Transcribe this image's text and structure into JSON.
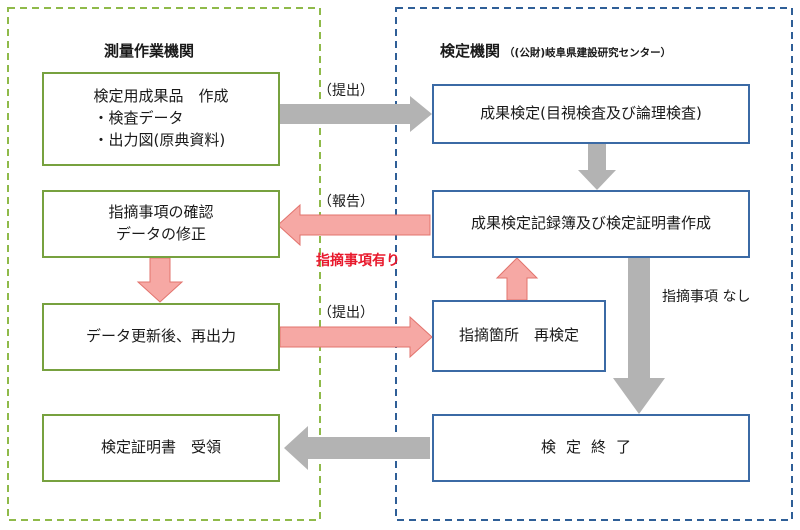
{
  "left_area": {
    "title": "測量作業機関"
  },
  "right_area": {
    "title": "検定機関",
    "subtitle": "（(公財)岐阜県建設研究センター）"
  },
  "boxes": {
    "create_results": {
      "line1": "検定用成果品　作成",
      "line2": "・検査データ",
      "line3": "・出力図(原典資料)"
    },
    "confirm": {
      "line1": "指摘事項の確認",
      "line2": "データの修正"
    },
    "update": {
      "label": "データ更新後、再出力"
    },
    "receive": {
      "label": "検定証明書　受領"
    },
    "inspect": {
      "label": "成果検定(目視検査及び論理検査)"
    },
    "record": {
      "label": "成果検定記録簿及び検定証明書作成"
    },
    "reinspect": {
      "label": "指摘箇所　再検定"
    },
    "finish": {
      "label": "検定終了"
    }
  },
  "labels": {
    "submit1": "（提出）",
    "report": "（報告）",
    "issues_found": "指摘事項有り",
    "submit2": "（提出）",
    "no_issues": "指摘事項 なし"
  },
  "colors": {
    "green_border": "#77a13f",
    "blue_border": "#3b6aa5",
    "gray_arrow": "#b3b3b3",
    "pink_arrow": "#f6a8a4",
    "pink_arrow_border": "#e2736d",
    "red_text": "#e8192c"
  }
}
